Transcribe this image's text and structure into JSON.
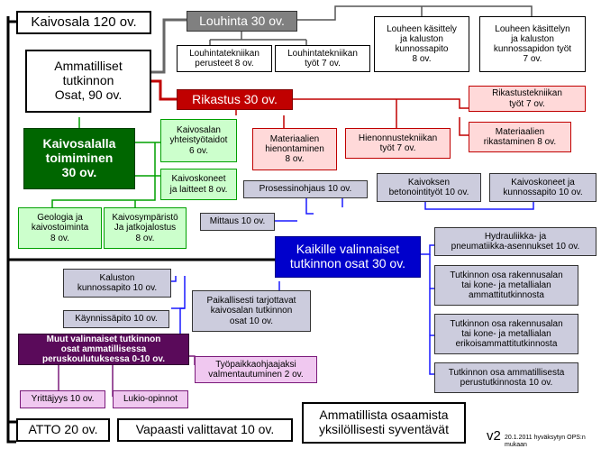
{
  "boxes": {
    "kaivosala": "Kaivosala 120 ov.",
    "ammatilliset": "Ammatilliset\ntutkinnon\nOsat, 90 ov.",
    "louhinta": "Louhinta 30 ov.",
    "louheen_kasittely": "Louheen käsittely\nja kaluston\nkunnossapito\n8 ov.",
    "louheen_kasittelyn": "Louheen käsittelyn\nja kaluston\nkunnossapidon työt\n7 ov.",
    "louhinta_perusteet": "Louhintatekniikan\nperusteet 8 ov.",
    "louhinta_tyot": "Louhintatekniikan\ntyöt 7 ov.",
    "rikastus": "Rikastus 30 ov.",
    "rikastus_tyot": "Rikastustekniikan\ntyöt 7 ov.",
    "mat_hienontaminen": "Materiaalien\nhienontaminen\n8 ov.",
    "hienonnus": "Hienonnustekniikan\ntyöt 7 ov.",
    "mat_rikastaminen": "Materiaalien\nrikastaminen 8 ov.",
    "kaivosalalla": "Kaivosalalla\ntoimiminen\n30 ov.",
    "yhteistyotaidot": "Kaivosalan\nyhteistyötaidot\n6 ov.",
    "kaivoskoneet_laitteet": "Kaivoskoneet\nja laitteet 8 ov.",
    "geologia": "Geologia ja\nkaivostoiminta\n8 ov.",
    "kaivosymparisto": "Kaivosympäristö\nJa jatkojalostus\n8 ov.",
    "prosessinohjaus": "Prosessinohjaus 10 ov.",
    "betonointi": "Kaivoksen\nbetonointityöt 10 ov.",
    "kaivoskoneet_kunnossapito": "Kaivoskoneet ja\nkunnossapito 10 ov.",
    "mittaus": "Mittaus 10 ov.",
    "kaikille": "Kaikille valinnaiset\ntutkinnon osat 30 ov.",
    "hydrauliikka": "Hydrauliikka- ja\npneumatiikka-asennukset 10 ov.",
    "kaluston_kunnossapito": "Kaluston\nkunnossapito 10 ov.",
    "rak_ammattitutkinnosta": "Tutkinnon osa rakennusalan\ntai kone- ja metallialan\nammattitutkinnosta",
    "kaynnissapito": "Käynnissäpito 10 ov.",
    "paikallisesti": "Paikallisesti tarjottavat\nkaivosalan tutkinnon\nosat 10 ov.",
    "muut_valinnaiset": "Muut valinnaiset tutkinnon\nosat ammatillisessa\nperuskoulutuksessa 0-10 ov.",
    "rak_erikois": "Tutkinnon osa rakennusalan\ntai kone- ja metallialan\nerikoisammattitutkinnosta",
    "tyopaikka": "Työpaikkaohjaajaksi\nvalmentautuminen 2 ov.",
    "perustutkinnosta": "Tutkinnon osa ammatillisesta\nperustutkinnosta 10 ov.",
    "yrittajyys": "Yrittäjyys 10 ov.",
    "lukio": "Lukio-opinnot",
    "atto": "ATTO 20 ov.",
    "vapaasti": "Vapaasti valittavat 10 ov.",
    "syventavat": "Ammatillista osaamista\nyksilöllisesti syventävät"
  },
  "version": {
    "label": "v2",
    "detail": "20.1.2011 hyväksytyn OPS:n\nmukaan"
  }
}
